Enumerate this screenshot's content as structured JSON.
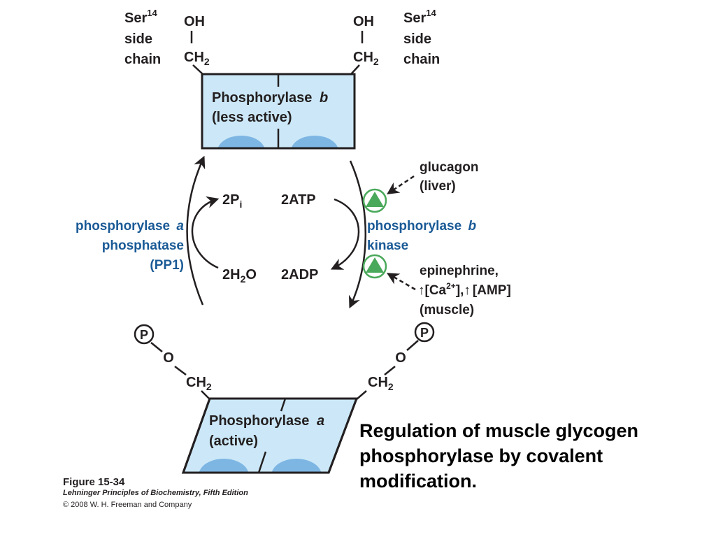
{
  "figure": {
    "top_enzyme": {
      "name": "Phosphorylase",
      "form": "b",
      "state": "(less active)"
    },
    "bottom_enzyme": {
      "name": "Phosphorylase",
      "form": "a",
      "state": "(active)"
    },
    "side_chain": {
      "residue": "Ser",
      "number": "14",
      "line1": "side",
      "line2": "chain"
    },
    "groups": {
      "hydroxyl": "OH",
      "methylene": "CH",
      "methylene_sub": "2",
      "oxygen": "O",
      "phosphate": "P"
    },
    "phosphatase": {
      "line1_name": "phosphorylase",
      "line1_form": "a",
      "line2": "phosphatase",
      "line3": "(PP1)"
    },
    "kinase": {
      "line1_name": "phosphorylase",
      "line1_form": "b",
      "line2": "kinase"
    },
    "reactants": {
      "pi_coef": "2P",
      "pi_sub": "i",
      "atp": "2ATP",
      "water_pre": "2H",
      "water_sub": "2",
      "water_post": "O",
      "adp": "2ADP"
    },
    "liver_signal": {
      "line1": "glucagon",
      "line2": "(liver)"
    },
    "muscle_signal": {
      "line1": "epinephrine,",
      "arrow1": "↑",
      "ca_open": "[Ca",
      "ca_sup": "2+",
      "ca_close": "],",
      "arrow2": "↑",
      "amp": "[AMP]",
      "line3": "(muscle)"
    }
  },
  "caption": "Regulation of muscle glycogen phosphorylase by covalent modification.",
  "source": {
    "figure_label": "Figure 15-34",
    "book": "Lehninger Principles of Biochemistry, Fifth Edition",
    "copyright": "© 2008 W. H. Freeman and Company"
  },
  "colors": {
    "box_fill": "#cce8f8",
    "site_fill": "#7eb6e3",
    "label_blue": "#1a5a96",
    "activator_green": "#4aa85a",
    "text_dark": "#231f20"
  }
}
